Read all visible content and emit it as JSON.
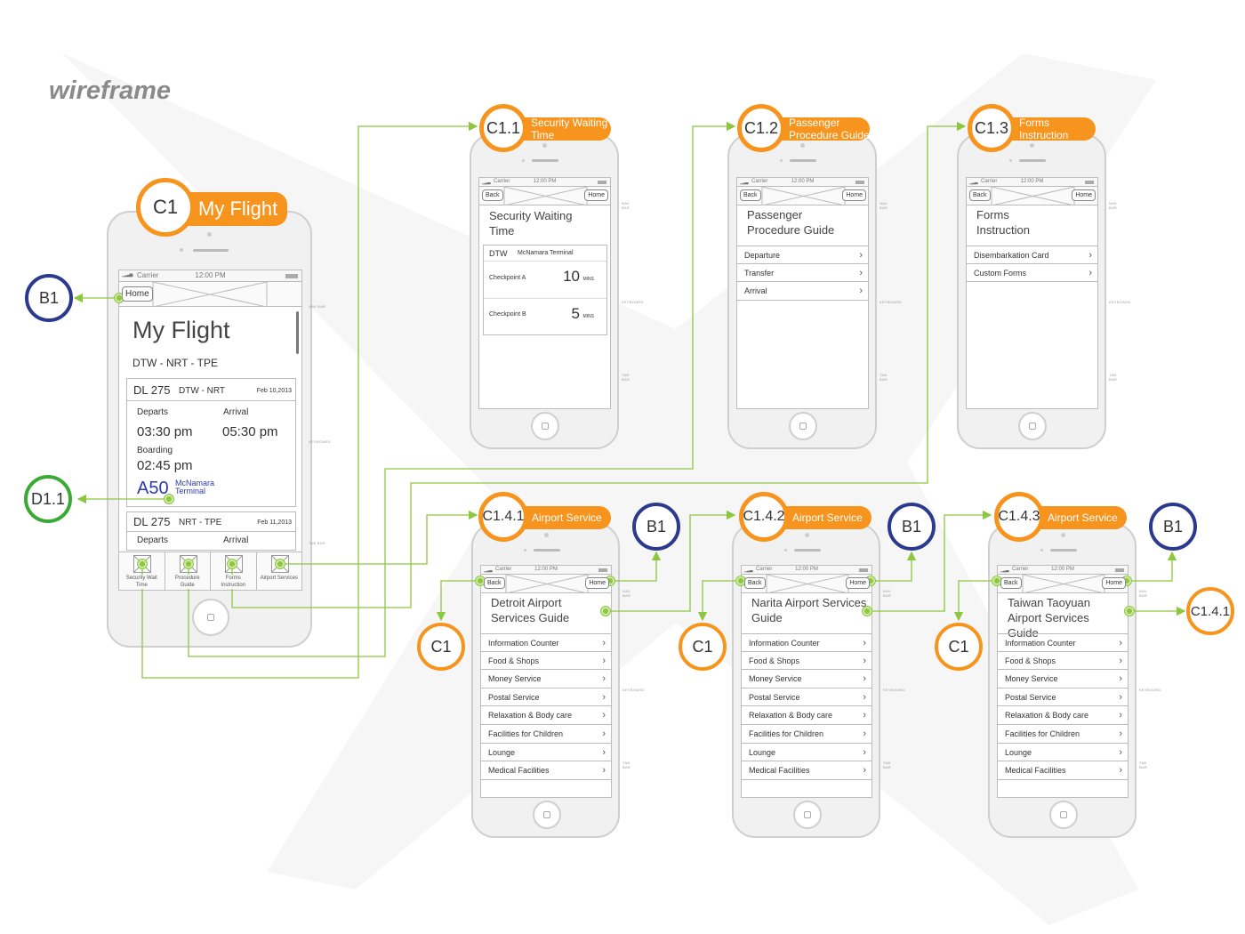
{
  "title": "wireframe",
  "colors": {
    "accent": "#f7941d",
    "link_line": "#8dc63f",
    "b_ring": "#2b3a8f",
    "d_ring": "#3aaa35",
    "gate_text": "#2b3ab0"
  },
  "side_labels": {
    "nav": "NAV BAR",
    "keyboard": "KEYBOARD",
    "tab": "TAB BAR"
  },
  "status": {
    "carrier": "Carrier",
    "time": "12:00 PM"
  },
  "nav": {
    "back": "Back",
    "home": "Home"
  },
  "circles": {
    "b1": "B1",
    "d11": "D1.1",
    "c1": "C1",
    "c141": "C1.4.1"
  },
  "c1": {
    "code": "C1",
    "label": "My Flight",
    "heading": "My Flight",
    "route": "DTW - NRT - TPE",
    "flights": [
      {
        "number": "DL 275",
        "route": "DTW - NRT",
        "date": "Feb 10,2013",
        "departs_label": "Departs",
        "arrival_label": "Arrival",
        "departs": "03:30 pm",
        "arrival": "05:30 pm",
        "boarding_label": "Boarding",
        "boarding": "02:45 pm",
        "gate": "A50",
        "terminal": "McNamara Terminal"
      },
      {
        "number": "DL 275",
        "route": "NRT - TPE",
        "date": "Feb 11,2013",
        "departs_label": "Departs",
        "arrival_label": "Arrival"
      }
    ],
    "tabs": [
      "Security Wait Time",
      "Procedure Guide",
      "Forms Instruction",
      "Airport Services"
    ]
  },
  "c11": {
    "code": "C1.1",
    "label": "Security Waiting Time",
    "heading": "Security Waiting Time",
    "airport": "DTW",
    "terminal": "McNamara Terminal",
    "checkpoints": [
      {
        "name": "Checkpoint A",
        "value": "10",
        "unit": "MINS"
      },
      {
        "name": "Checkpoint B",
        "value": "5",
        "unit": "MINS"
      }
    ]
  },
  "c12": {
    "code": "C1.2",
    "label": "Passenger Procedure Guide",
    "heading": "Passenger Procedure Guide",
    "items": [
      "Departure",
      "Transfer",
      "Arrival"
    ]
  },
  "c13": {
    "code": "C1.3",
    "label": "Forms Instruction",
    "heading": "Forms Instruction",
    "items": [
      "Disembarkation Card",
      "Custom Forms"
    ]
  },
  "c141": {
    "code": "C1.4.1",
    "label": "Airport Service",
    "heading": "Detroit Airport Services Guide",
    "items": [
      "Information Counter",
      "Food & Shops",
      "Money Service",
      "Postal Service",
      "Relaxation & Body care",
      "Facilities for Children",
      "Lounge",
      "Medical Facilities"
    ]
  },
  "c142": {
    "code": "C1.4.2",
    "label": "Airport Service",
    "heading": "Narita Airport Services Guide",
    "items": [
      "Information Counter",
      "Food & Shops",
      "Money Service",
      "Postal Service",
      "Relaxation & Body care",
      "Facilities for Children",
      "Lounge",
      "Medical Facilities"
    ]
  },
  "c143": {
    "code": "C1.4.3",
    "label": "Airport Service",
    "heading": "Taiwan Taoyuan Airport Services Guide",
    "items": [
      "Information Counter",
      "Food & Shops",
      "Money Service",
      "Postal Service",
      "Relaxation & Body care",
      "Facilities for Children",
      "Lounge",
      "Medical Facilities"
    ]
  }
}
